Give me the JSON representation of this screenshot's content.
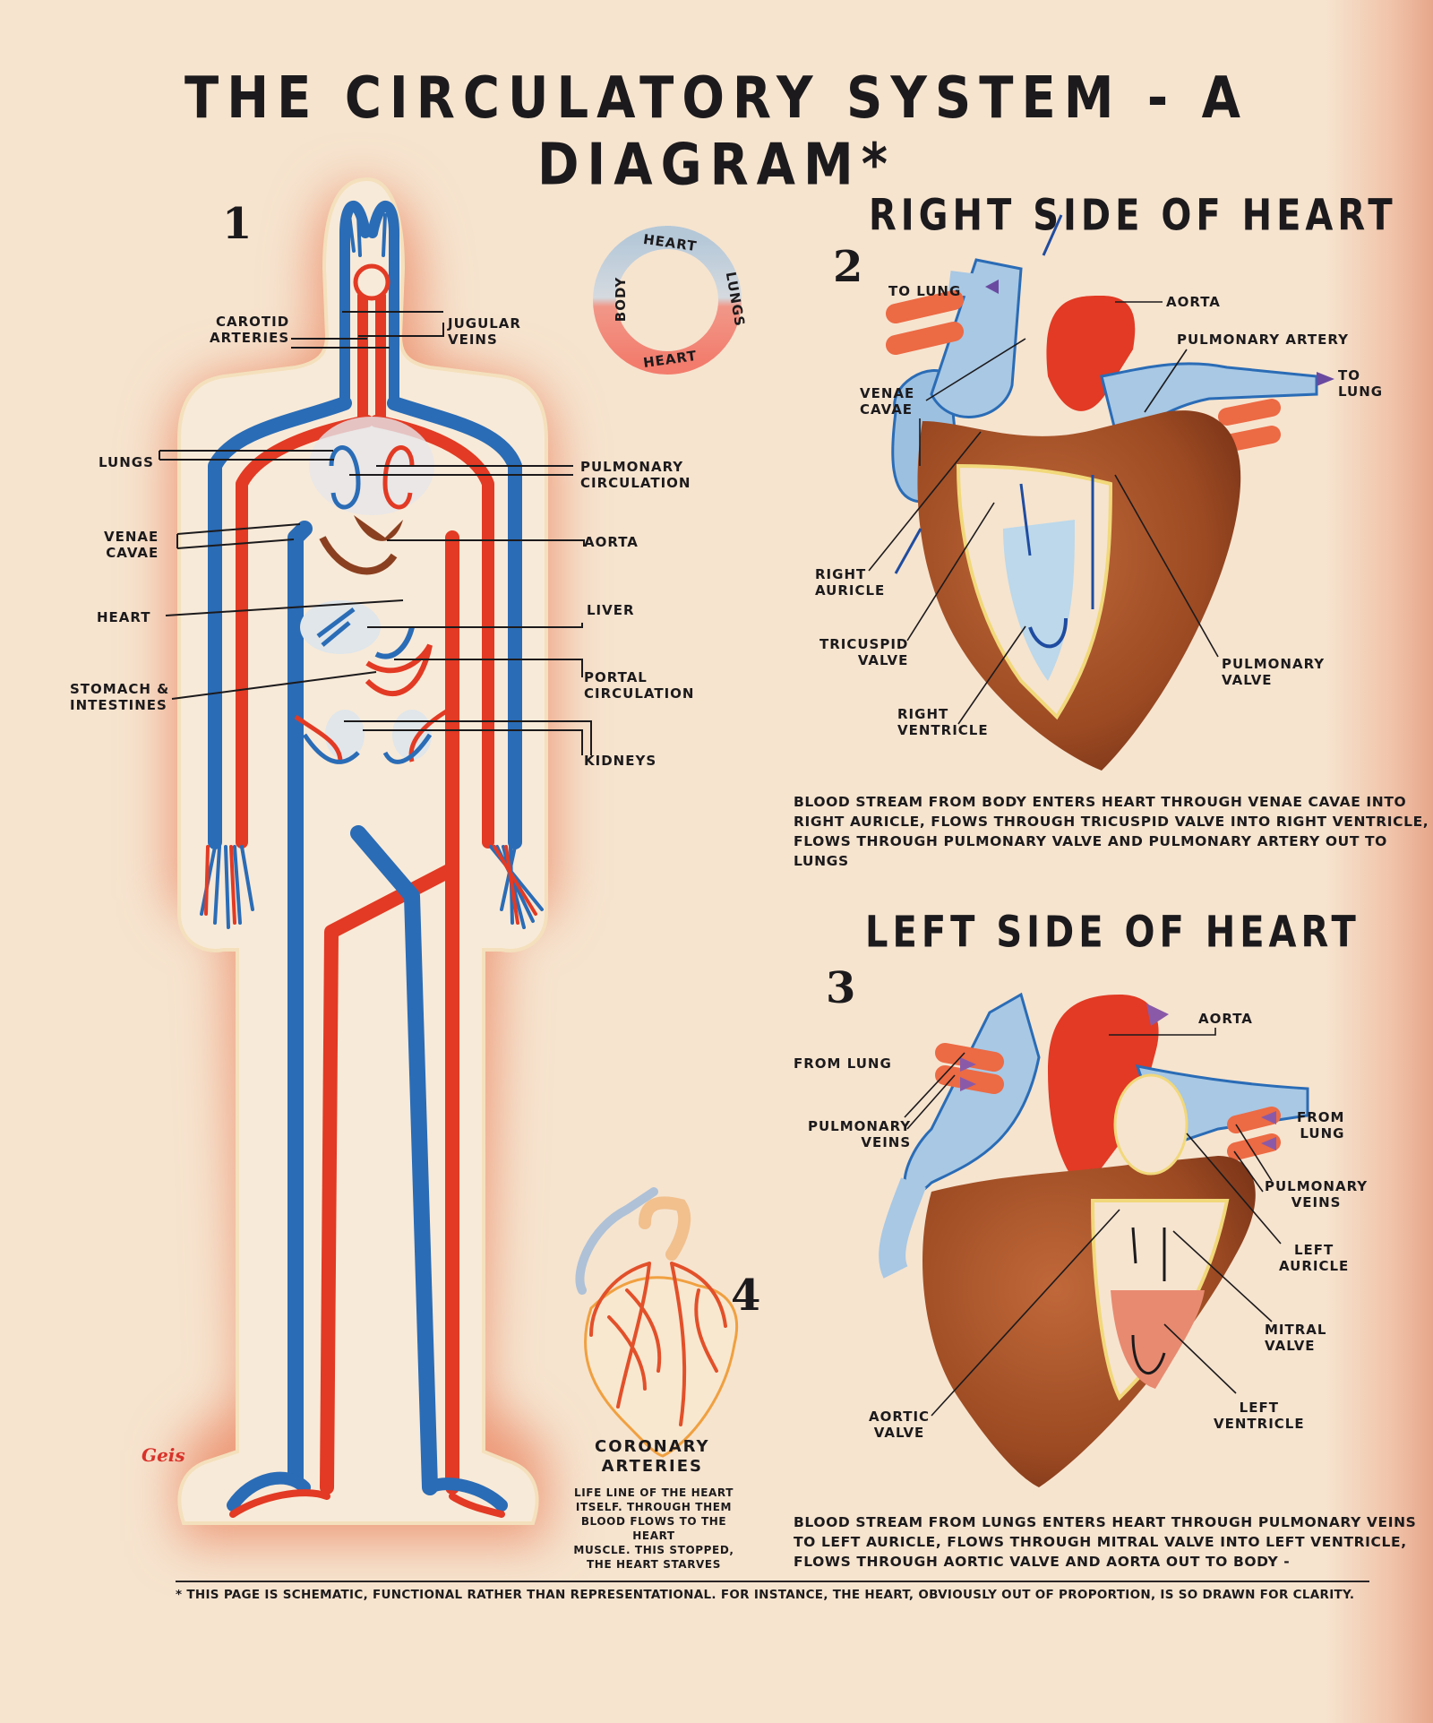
{
  "title": "THE CIRCULATORY SYSTEM - A DIAGRAM*",
  "colors": {
    "paper": "#f6e4cf",
    "glow": "#ee9c78",
    "artery_red": "#e23a24",
    "vein_blue": "#2a6cb6",
    "heart_brown": "#9c4a22",
    "ink": "#1c1a1c"
  },
  "figure1": {
    "number": "1",
    "labels": {
      "carotid_arteries": "CAROTID\nARTERIES",
      "jugular_veins": "JUGULAR\nVEINS",
      "lungs": "LUNGS",
      "pulmonary_circulation": "PULMONARY\nCIRCULATION",
      "venae_cavae": "VENAE\nCAVAE",
      "aorta": "AORTA",
      "heart": "HEART",
      "liver": "LIVER",
      "stomach_intestines": "STOMACH &\nINTESTINES",
      "portal_circulation": "PORTAL\nCIRCULATION",
      "kidneys": "KIDNEYS"
    },
    "signature": "Geis"
  },
  "cycle_ring": {
    "items": [
      "HEART",
      "LUNGS",
      "HEART",
      "BODY"
    ],
    "arrow": "→"
  },
  "figure2": {
    "number": "2",
    "heading": "RIGHT SIDE OF HEART",
    "labels": {
      "to_lung_left": "TO LUNG",
      "aorta": "AORTA",
      "pulmonary_artery": "PULMONARY ARTERY",
      "to_lung_right": "TO\nLUNG",
      "venae_cavae": "VENAE\nCAVAE",
      "right_auricle": "RIGHT\nAURICLE",
      "tricuspid_valve": "TRICUSPID\nVALVE",
      "right_ventricle": "RIGHT\nVENTRICLE",
      "pulmonary_valve": "PULMONARY\nVALVE"
    },
    "caption": [
      "BLOOD STREAM FROM BODY ENTERS HEART THROUGH VENAE CAVAE INTO",
      "RIGHT AURICLE, FLOWS THROUGH TRICUSPID VALVE INTO RIGHT VENTRICLE,",
      "FLOWS THROUGH PULMONARY VALVE AND PULMONARY ARTERY OUT TO LUNGS"
    ]
  },
  "figure3": {
    "number": "3",
    "heading": "LEFT SIDE OF HEART",
    "labels": {
      "aorta": "AORTA",
      "from_lung_left": "FROM LUNG",
      "pulmonary_veins_left": "PULMONARY\nVEINS",
      "from_lung_right": "FROM\nLUNG",
      "pulmonary_veins_right": "PULMONARY\nVEINS",
      "left_auricle": "LEFT\nAURICLE",
      "mitral_valve": "MITRAL\nVALVE",
      "aortic_valve": "AORTIC\nVALVE",
      "left_ventricle": "LEFT\nVENTRICLE"
    },
    "caption": [
      "BLOOD STREAM FROM LUNGS ENTERS HEART THROUGH PULMONARY VEINS",
      "TO LEFT AURICLE, FLOWS THROUGH MITRAL VALVE INTO LEFT VENTRICLE,",
      "FLOWS THROUGH AORTIC VALVE AND AORTA OUT TO BODY -"
    ]
  },
  "figure4": {
    "number": "4",
    "heading": "CORONARY\nARTERIES",
    "caption": [
      "LIFE LINE OF THE HEART",
      "ITSELF. THROUGH THEM",
      "BLOOD FLOWS TO THE HEART",
      "MUSCLE. THIS STOPPED,",
      "THE HEART STARVES"
    ]
  },
  "footnote": "* THIS PAGE IS SCHEMATIC, FUNCTIONAL RATHER THAN REPRESENTATIONAL. FOR INSTANCE, THE HEART, OBVIOUSLY OUT OF PROPORTION, IS SO DRAWN FOR CLARITY."
}
